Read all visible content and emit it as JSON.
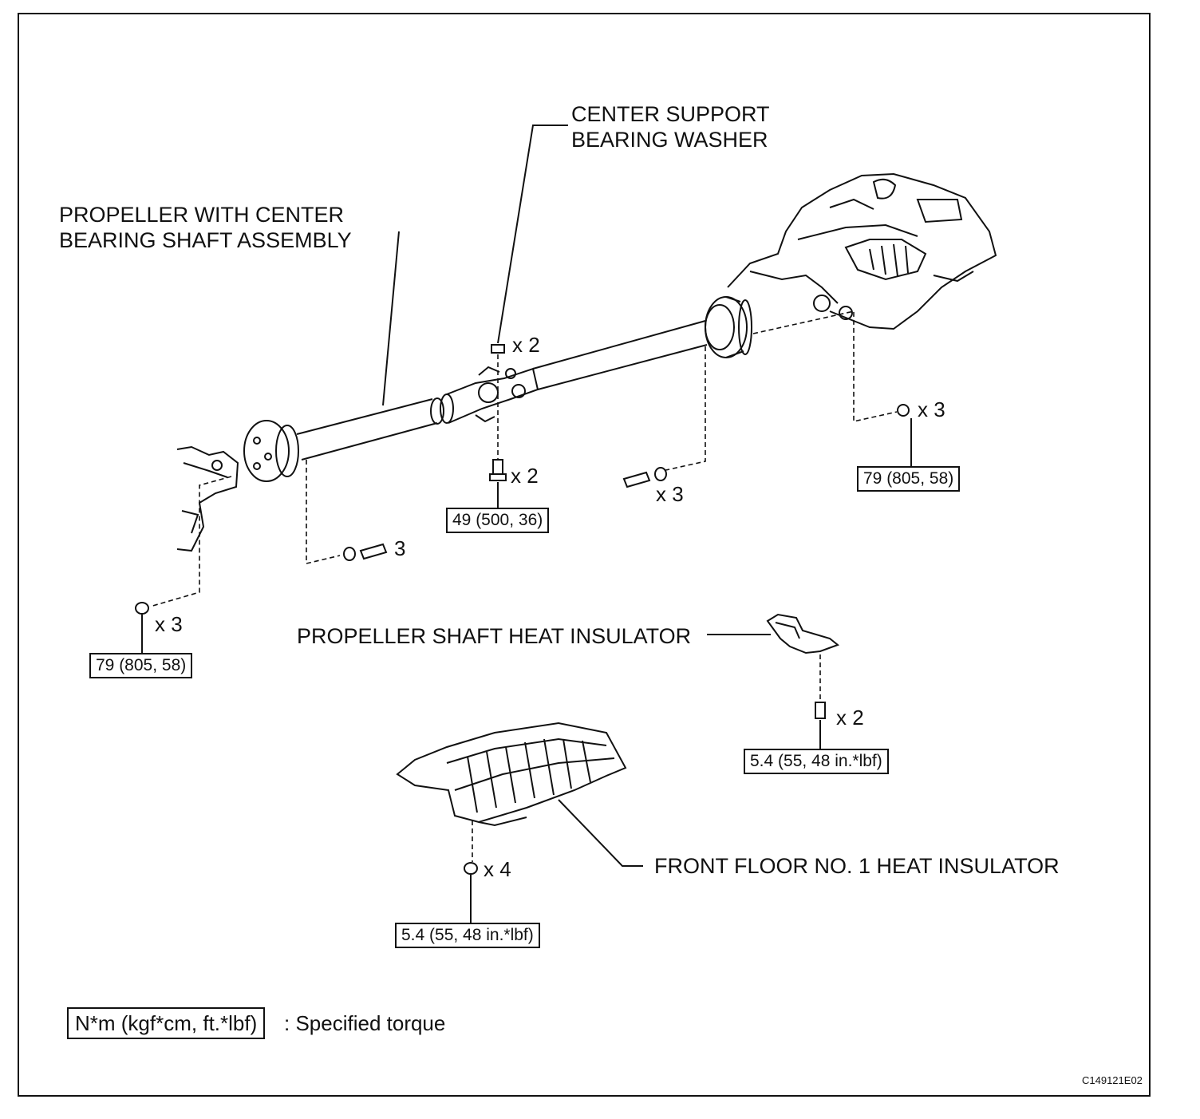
{
  "labels": {
    "center_support_washer": [
      "CENTER SUPPORT",
      "BEARING WASHER"
    ],
    "propeller_assembly": [
      "PROPELLER WITH CENTER",
      "BEARING SHAFT ASSEMBLY"
    ],
    "propeller_heat_insulator": "PROPELLER SHAFT HEAT INSULATOR",
    "front_floor_insulator": "FRONT FLOOR NO. 1 HEAT INSULATOR"
  },
  "quantities": {
    "center_washer": "x 2",
    "center_bolt": "x 2",
    "front_nut": "x 3",
    "front_bolt": "x 3",
    "rear_bolt": "3",
    "rear_nut": "x 3",
    "prop_insulator_bolt": "x 2",
    "floor_insulator_nut": "x 4"
  },
  "torques": {
    "center": "49 (500, 36)",
    "front": "79 (805, 58)",
    "rear": "79 (805, 58)",
    "prop_insulator": "5.4 (55, 48 in.*lbf)",
    "floor_insulator": "5.4 (55, 48 in.*lbf)"
  },
  "legend": {
    "unit": "N*m (kgf*cm, ft.*lbf)",
    "text": ": Specified torque"
  },
  "figure_code": "C149121E02"
}
